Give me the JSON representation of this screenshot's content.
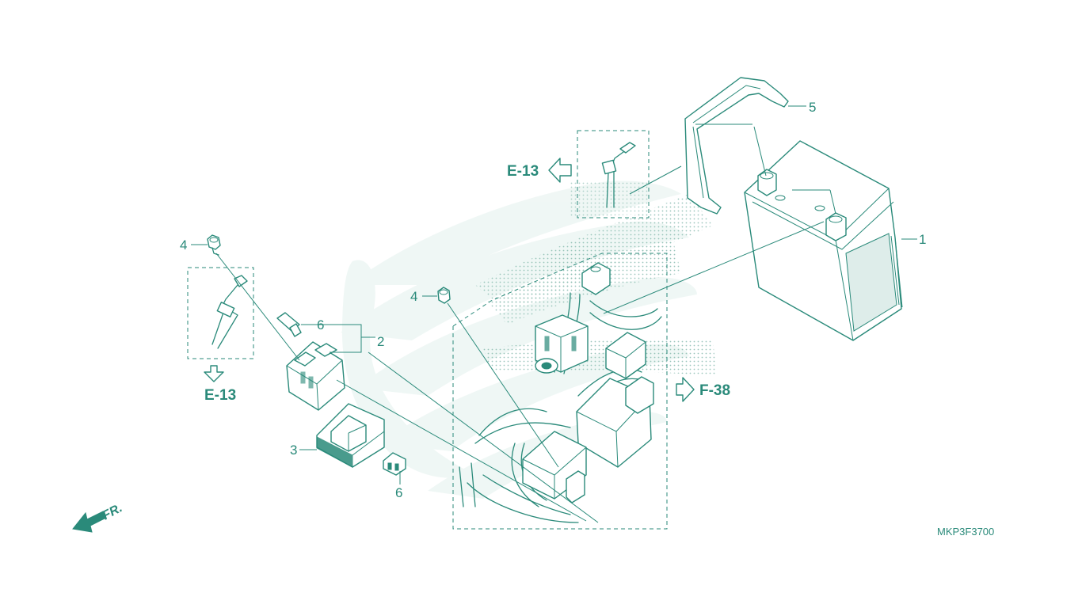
{
  "diagram": {
    "accent_color": "#2a8a7a",
    "watermark_color": "#e6f2ef",
    "parts": [
      {
        "id": "1",
        "label": "1"
      },
      {
        "id": "2",
        "label": "2"
      },
      {
        "id": "3",
        "label": "3"
      },
      {
        "id": "4a",
        "label": "4"
      },
      {
        "id": "4b",
        "label": "4"
      },
      {
        "id": "5",
        "label": "5"
      },
      {
        "id": "6a",
        "label": "6"
      },
      {
        "id": "6b",
        "label": "6"
      }
    ],
    "refs": {
      "e13_top": "E-13",
      "e13_left": "E-13",
      "f38": "F-38"
    },
    "direction_label": "FR.",
    "drawing_code": "MKP3F3700"
  }
}
